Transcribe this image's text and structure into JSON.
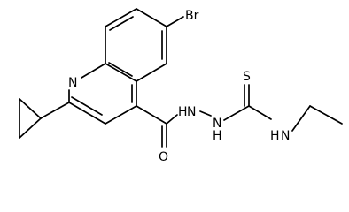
{
  "molecule": {
    "atoms": {
      "bromine": "Br",
      "ring_nitrogen": "N",
      "carbonyl_oxygen": "O",
      "hydrazide_nh_left": "H",
      "hydrazide_n_left": "N",
      "hydrazide_nh_right": "H",
      "hydrazide_n_right": "N",
      "thione_sulfur": "S",
      "amine_h": "H",
      "amine_n": "N"
    }
  }
}
